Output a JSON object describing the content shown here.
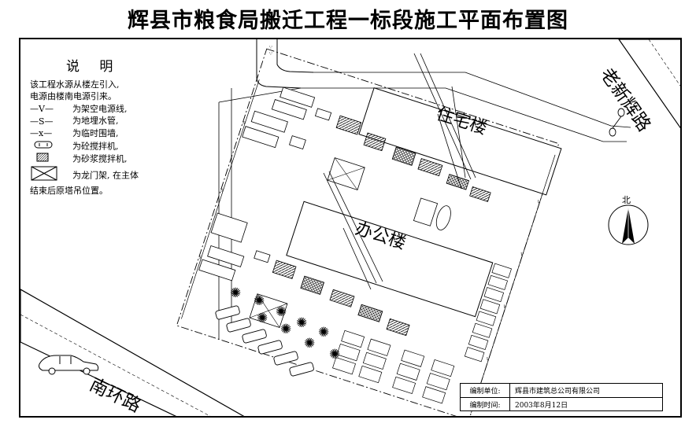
{
  "title": "辉县市粮食局搬迁工程一标段施工平面布置图",
  "legend": {
    "heading": "说 明",
    "lines": [
      "该工程水源从楼左引入,",
      "电源由楼南电源引来。"
    ],
    "items": [
      {
        "symbol": "—V—",
        "label": "为架空电源线,"
      },
      {
        "symbol": "—S—",
        "label": "为地埋水管,"
      },
      {
        "symbol": "—x—",
        "label": "为临时围墙,"
      },
      {
        "symbol": "mixer",
        "label": "为砼搅拌机,"
      },
      {
        "symbol": "mortar",
        "label": "为砂浆搅拌机,"
      },
      {
        "symbol": "box-x",
        "label": "为龙门架, 在主体"
      }
    ],
    "tail": "结束后原塔吊位置。"
  },
  "buildings": {
    "residential": "住宅楼",
    "office": "办公楼"
  },
  "roads": {
    "north": "老新辉路",
    "south": "南环路"
  },
  "compass": {
    "label": "北"
  },
  "info": {
    "unit_label": "编制单位:",
    "unit_value": "辉县市建筑总公司有限公司",
    "time_label": "编制时间:",
    "time_value": "2003年8月12日"
  }
}
